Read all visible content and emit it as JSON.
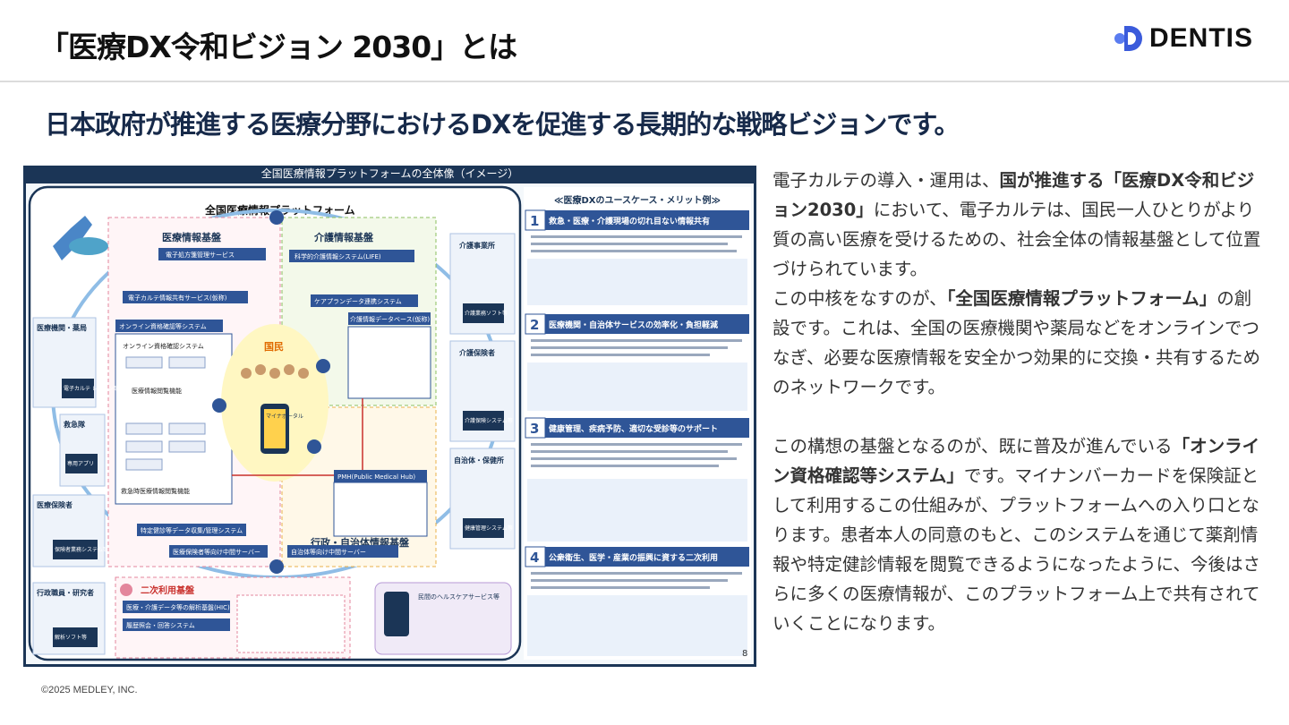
{
  "header": {
    "title": "「医療DX令和ビジョン 2030」とは",
    "logo_text": "DENTIS",
    "logo_color": "#3b5bdb"
  },
  "subtitle": "日本政府が推進する医療分野におけるDXを促進する長期的な戦略ビジョンです。",
  "diagram": {
    "title": "全国医療情報プラットフォームの全体像（イメージ）",
    "platform_title": "全国医療情報プラットフォーム",
    "medical_base": "医療情報基盤",
    "care_base": "介護情報基盤",
    "admin_base": "行政・自治体情報基盤",
    "secondary_base": "二次利用基盤",
    "citizen": "国民",
    "mynaportal": "マイナポータル",
    "pmh": "PMH(Public Medical Hub)",
    "left_nodes": [
      "医療機関・薬局",
      "救急隊",
      "医療保険者",
      "行政職員・研究者"
    ],
    "left_node_devices": [
      "電子カルテ レセコン等",
      "専用アプリ",
      "保険者業務システム等",
      "解析ソフト等"
    ],
    "right_nodes": [
      "介護事業所",
      "介護保険者",
      "自治体・保健所"
    ],
    "right_node_devices": [
      "介護業務ソフト等",
      "介護保険システム等",
      "健康管理システム等"
    ],
    "medical_systems": [
      "電子処方箋管理サービス",
      "電子カルテ情報共有サービス(仮称)",
      "オンライン資格確認等システム",
      "オンライン資格確認システム",
      "医療情報閲覧機能",
      "救急時医療情報閲覧機能"
    ],
    "care_systems": [
      "科学的介護情報システム(LIFE)",
      "ケアプランデータ連携システム",
      "介護情報データベース(仮称)"
    ],
    "bottom_systems": [
      "特定健診等データ収集/管理システム",
      "医療保険者等向け中間サーバー",
      "自治体等向け中間サーバー"
    ],
    "secondary_systems": [
      "医療・介護データ等の解析基盤(HIC)",
      "履歴照会・回答システム"
    ],
    "healthcare_service": "民間のヘルスケアサービス等",
    "usecase_title": "≪医療DXのユースケース・メリット例≫",
    "usecases": [
      {
        "num": "1",
        "title": "救急・医療・介護現場の切れ目ない情報共有"
      },
      {
        "num": "2",
        "title": "医療機関・自治体サービスの効率化・負担軽減"
      },
      {
        "num": "3",
        "title": "健康管理、疾病予防、適切な受診等のサポート"
      },
      {
        "num": "4",
        "title": "公衆衛生、医学・産業の振興に資する二次利用"
      }
    ],
    "page_num": "8"
  },
  "body": {
    "p1_a": "電子カルテの導入・運用は、",
    "p1_b": "国が推進する「医療DX令和ビジョン2030」",
    "p1_c": "において、電子カルテは、国民一人ひとりがより質の高い医療を受けるための、社会全体の情報基盤として位置づけられています。",
    "p2_a": "この中核をなすのが、",
    "p2_b": "「全国医療情報プラットフォーム」",
    "p2_c": "の創設です。これは、全国の医療機関や薬局などをオンラインでつなぎ、必要な医療情報を安全かつ効果的に交換・共有するためのネットワークです。",
    "p3_a": "この構想の基盤となるのが、既に普及が進んでいる",
    "p3_b": "「オンライン資格確認等システム」",
    "p3_c": "です。マイナンバーカードを保険証として利用するこの仕組みが、プラットフォームへの入り口となります。患者本人の同意のもと、このシステムを通じて薬剤情報や特定健診情報を閲覧できるようになったように、今後はさらに多くの医療情報が、このプラットフォーム上で共有されていくことになります。"
  },
  "footer": "©2025 MEDLEY, INC."
}
